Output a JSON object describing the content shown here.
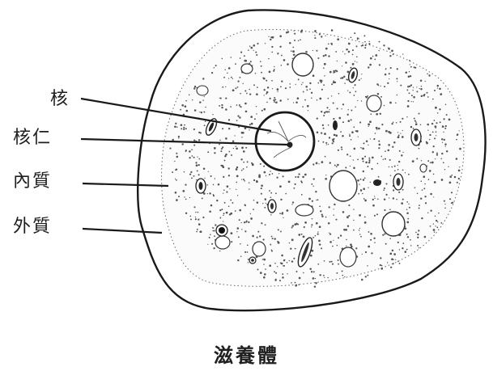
{
  "labels": {
    "nucleus": "核",
    "nucleolus": "核仁",
    "endoplasm": "內質",
    "ectoplasm": "外質"
  },
  "caption": "滋養體"
}
